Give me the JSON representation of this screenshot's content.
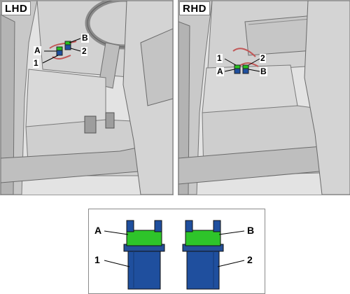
{
  "panels": {
    "left": {
      "tag": "LHD",
      "callouts": {
        "a": "A",
        "b": "B",
        "one": "1",
        "two": "2"
      }
    },
    "right": {
      "tag": "RHD",
      "callouts": {
        "a": "A",
        "b": "B",
        "one": "1",
        "two": "2"
      }
    }
  },
  "detail": {
    "a": "A",
    "b": "B",
    "one": "1",
    "two": "2"
  },
  "colors": {
    "connector_body": "#1f4f9e",
    "connector_cap": "#28c21f",
    "outline": "#333333"
  }
}
